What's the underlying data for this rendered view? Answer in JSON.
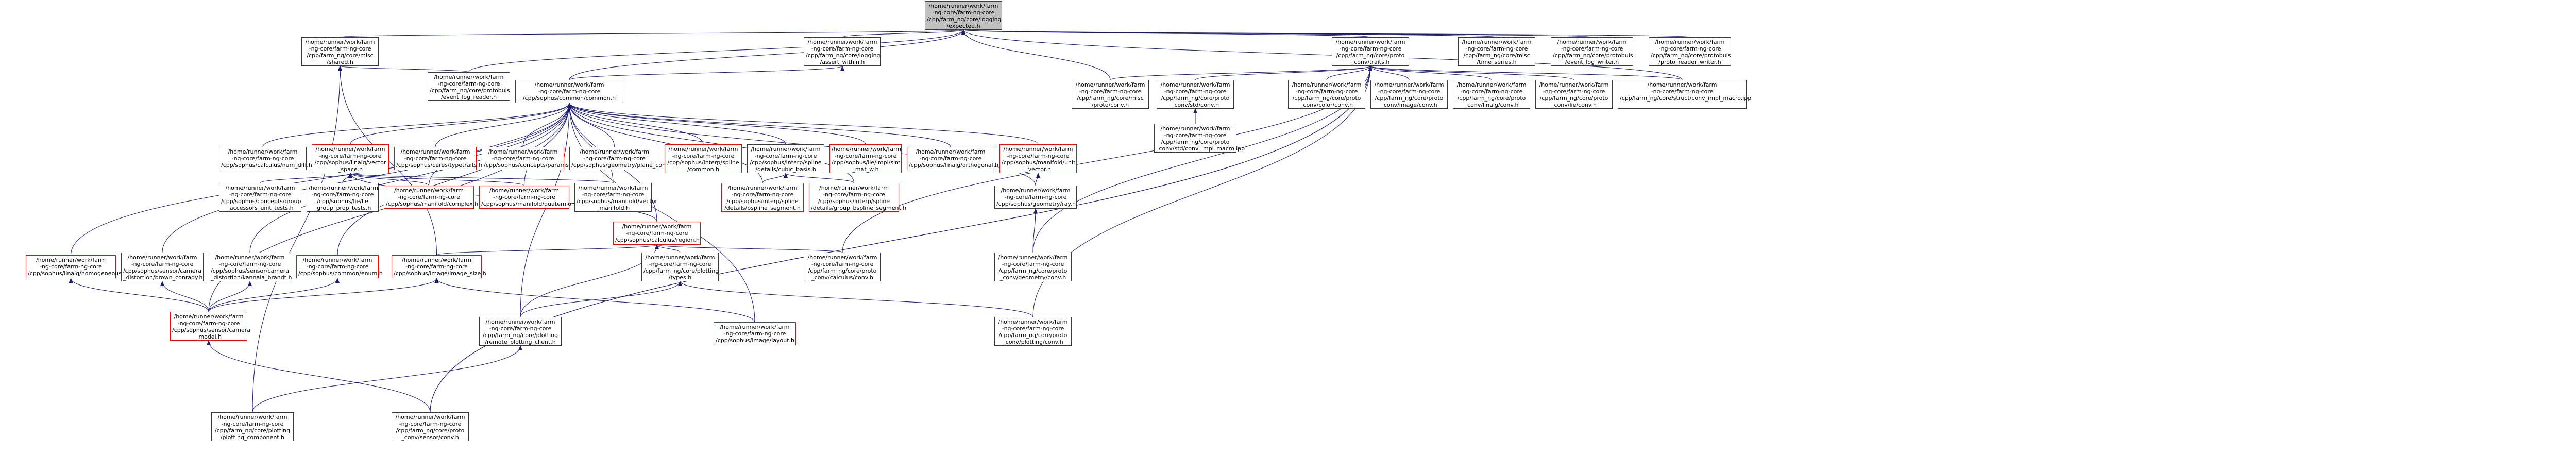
{
  "nodes": {
    "root": {
      "label": "/home/runner/work/farm\n-ng-core/farm-ng-core\n/cpp/farm_ng/core/logging\n/expected.h",
      "style": "root"
    },
    "shared": {
      "label": "/home/runner/work/farm\n-ng-core/farm-ng-core\n/cpp/farm_ng/core/misc\n/shared.h"
    },
    "ev_within": {
      "label": "/home/runner/work/farm\n-ng-core/farm-ng-core\n/cpp/farm_ng/core/logging\n/assert_within.h"
    },
    "conv_traits": {
      "label": "/home/runner/work/farm\n-ng-core/farm-ng-core\n/cpp/farm_ng/core/proto\n_conv/traits.h"
    },
    "time_series": {
      "label": "/home/runner/work/farm\n-ng-core/farm-ng-core\n/cpp/farm_ng/core/misc\n/time_series.h"
    },
    "ev_log_writer": {
      "label": "/home/runner/work/farm\n-ng-core/farm-ng-core\n/cpp/farm_ng/core/protobuls\n/event_log_writer.h"
    },
    "proto_reader": {
      "label": "/home/runner/work/farm\n-ng-core/farm-ng-core\n/cpp/farm_ng/core/protobuls\n/proto_reader_writer.h"
    },
    "ev_log_reader": {
      "label": "/home/runner/work/farm\n-ng-core/farm-ng-core\n/cpp/farm_ng/core/protobuls\n/event_log_reader.h"
    },
    "common": {
      "label": "/home/runner/work/farm\n-ng-core/farm-ng-core\n/cpp/sophus/common/common.h"
    },
    "proto_conv": {
      "label": "/home/runner/work/farm\n-ng-core/farm-ng-core\n/cpp/farm_ng/core/misc\n/proto/conv.h"
    },
    "std_conv": {
      "label": "/home/runner/work/farm\n-ng-core/farm-ng-core\n/cpp/farm_ng/core/proto\n_conv/std/conv.h"
    },
    "color_conv": {
      "label": "/home/runner/work/farm\n-ng-core/farm-ng-core\n/cpp/farm_ng/core/proto\n_conv/color/conv.h"
    },
    "image_conv": {
      "label": "/home/runner/work/farm\n-ng-core/farm-ng-core\n/cpp/farm_ng/core/proto\n_conv/image/conv.h"
    },
    "linalg_conv": {
      "label": "/home/runner/work/farm\n-ng-core/farm-ng-core\n/cpp/farm_ng/core/proto\n_conv/linalg/conv.h"
    },
    "lie_conv": {
      "label": "/home/runner/work/farm\n-ng-core/farm-ng-core\n/cpp/farm_ng/core/proto\n_conv/lie/conv.h"
    },
    "struct_macro": {
      "label": "/home/runner/work/farm\n-ng-core/farm-ng-core\n/cpp/farm_ng/core/struct/conv_impl_macro.ipp"
    },
    "std_macro": {
      "label": "/home/runner/work/farm\n-ng-core/farm-ng-core\n/cpp/farm_ng/core/proto\n_conv/std/conv_impl_macro.ipp"
    },
    "num_diff": {
      "label": "/home/runner/work/farm\n-ng-core/farm-ng-core\n/cpp/sophus/calculus/num_diff.h"
    },
    "vector_space": {
      "label": "/home/runner/work/farm\n-ng-core/farm-ng-core\n/cpp/sophus/linalg/vector\n_space.h",
      "style": "red"
    },
    "type_traits": {
      "label": "/home/runner/work/farm\n-ng-core/farm-ng-core\n/cpp/sophus/ceres/typetraits.h",
      "style": "red"
    },
    "params": {
      "label": "/home/runner/work/farm\n-ng-core/farm-ng-core\n/cpp/sophus/concepts/params.h",
      "style": "red"
    },
    "plane_conv": {
      "label": "/home/runner/work/farm\n-ng-core/farm-ng-core\n/cpp/sophus/geometry/plane_conv.h"
    },
    "interp_common": {
      "label": "/home/runner/work/farm\n-ng-core/farm-ng-core\n/cpp/sophus/interp/spline\n/common.h",
      "style": "red"
    },
    "cubic_basis": {
      "label": "/home/runner/work/farm\n-ng-core/farm-ng-core\n/cpp/sophus/interp/spline\n/details/cubic_basis.h"
    },
    "mat_w": {
      "label": "/home/runner/work/farm\n-ng-core/farm-ng-core\n/cpp/sophus/lie/impl/sim\n_mat_w.h",
      "style": "red"
    },
    "orthogonal": {
      "label": "/home/runner/work/farm\n-ng-core/farm-ng-core\n/cpp/sophus/linalg/orthogonal.h",
      "style": "red"
    },
    "unit_vector": {
      "label": "/home/runner/work/farm\n-ng-core/farm-ng-core\n/cpp/sophus/manifold/unit\n_vector.h",
      "style": "red"
    },
    "ray": {
      "label": "/home/runner/work/farm\n-ng-core/farm-ng-core\n/cpp/sophus/geometry/ray.h"
    },
    "group_accessors": {
      "label": "/home/runner/work/farm\n-ng-core/farm-ng-core\n/cpp/sophus/concepts/group\n_accessors_unit_tests.h"
    },
    "group_prop": {
      "label": "/home/runner/work/farm\n-ng-core/farm-ng-core\n/cpp/sophus/lie/lie\n_group_prop_tests.h"
    },
    "complex": {
      "label": "/home/runner/work/farm\n-ng-core/farm-ng-core\n/cpp/sophus/manifold/complex.h",
      "style": "red"
    },
    "quaternion": {
      "label": "/home/runner/work/farm\n-ng-core/farm-ng-core\n/cpp/sophus/manifold/quaternion.h",
      "style": "red"
    },
    "vector_manifold": {
      "label": "/home/runner/work/farm\n-ng-core/farm-ng-core\n/cpp/sophus/manifold/vector\n_manifold.h"
    },
    "bspline_seg": {
      "label": "/home/runner/work/farm\n-ng-core/farm-ng-core\n/cpp/sophus/interp/spline\n/details/bspline_segment.h",
      "style": "red"
    },
    "group_bspline": {
      "label": "/home/runner/work/farm\n-ng-core/farm-ng-core\n/cpp/sophus/interp/spline\n/details/group_bspline_segment.h",
      "style": "red"
    },
    "region": {
      "label": "/home/runner/work/farm\n-ng-core/farm-ng-core\n/cpp/sophus/calculus/region.h",
      "style": "red"
    },
    "homogeneous": {
      "label": "/home/runner/work/farm\n-ng-core/farm-ng-core\n/cpp/sophus/linalg/homogeneous.h",
      "style": "red"
    },
    "brown_conrady": {
      "label": "/home/runner/work/farm\n-ng-core/farm-ng-core\n/cpp/sophus/sensor/camera\n_distortion/brown_conrady.h"
    },
    "kannala_brandt": {
      "label": "/home/runner/work/farm\n-ng-core/farm-ng-core\n/cpp/sophus/sensor/camera\n_distortion/kannala_brandt.h"
    },
    "common_enum": {
      "label": "/home/runner/work/farm\n-ng-core/farm-ng-core\n/cpp/sophus/common/enum.h",
      "style": "red"
    },
    "image_size": {
      "label": "/home/runner/work/farm\n-ng-core/farm-ng-core\n/cpp/sophus/image/image_size.h",
      "style": "red"
    },
    "plotting_types": {
      "label": "/home/runner/work/farm\n-ng-core/farm-ng-core\n/cpp/farm_ng/core/plotting\n/types.h"
    },
    "calculus_conv": {
      "label": "/home/runner/work/farm\n-ng-core/farm-ng-core\n/cpp/farm_ng/core/proto\n_conv/calculus/conv.h"
    },
    "geometry_conv": {
      "label": "/home/runner/work/farm\n-ng-core/farm-ng-core\n/cpp/farm_ng/core/proto\n_conv/geometry/conv.h"
    },
    "camera_model": {
      "label": "/home/runner/work/farm\n-ng-core/farm-ng-core\n/cpp/sophus/sensor/camera\n_model.h",
      "style": "red"
    },
    "remote_client": {
      "label": "/home/runner/work/farm\n-ng-core/farm-ng-core\n/cpp/farm_ng/core/plotting\n/remote_plotting_client.h"
    },
    "layout": {
      "label": "/home/runner/work/farm\n-ng-core/farm-ng-core\n/cpp/sophus/image/layout.h",
      "style": "red"
    },
    "plotting_conv": {
      "label": "/home/runner/work/farm\n-ng-core/farm-ng-core\n/cpp/farm_ng/core/proto\n_conv/plotting/conv.h"
    },
    "plotting_component": {
      "label": "/home/runner/work/farm\n-ng-core/farm-ng-core\n/cpp/farm_ng/core/plotting\n/plotting_component.h"
    },
    "sensor_conv": {
      "label": "/home/runner/work/farm\n-ng-core/farm-ng-core\n/cpp/farm_ng/core/proto\n_conv/sensor/conv.h"
    }
  },
  "edges": [
    [
      "shared",
      "root"
    ],
    [
      "ev_within",
      "root"
    ],
    [
      "conv_traits",
      "root"
    ],
    [
      "time_series",
      "root"
    ],
    [
      "ev_log_writer",
      "root"
    ],
    [
      "proto_reader",
      "root"
    ],
    [
      "ev_log_reader",
      "root"
    ],
    [
      "common",
      "root"
    ],
    [
      "proto_conv",
      "root"
    ],
    [
      "struct_macro",
      "root"
    ],
    [
      "ev_log_reader",
      "shared"
    ],
    [
      "image_size",
      "shared"
    ],
    [
      "plotting_component",
      "shared"
    ],
    [
      "common",
      "ev_within"
    ],
    [
      "proto_conv",
      "conv_traits"
    ],
    [
      "std_conv",
      "conv_traits"
    ],
    [
      "color_conv",
      "conv_traits"
    ],
    [
      "image_conv",
      "conv_traits"
    ],
    [
      "linalg_conv",
      "conv_traits"
    ],
    [
      "lie_conv",
      "conv_traits"
    ],
    [
      "struct_macro",
      "conv_traits"
    ],
    [
      "calculus_conv",
      "conv_traits"
    ],
    [
      "geometry_conv",
      "conv_traits"
    ],
    [
      "plotting_conv",
      "conv_traits"
    ],
    [
      "sensor_conv",
      "conv_traits"
    ],
    [
      "std_macro",
      "std_conv"
    ],
    [
      "num_diff",
      "common"
    ],
    [
      "vector_space",
      "common"
    ],
    [
      "type_traits",
      "common"
    ],
    [
      "params",
      "common"
    ],
    [
      "plane_conv",
      "common"
    ],
    [
      "interp_common",
      "common"
    ],
    [
      "cubic_basis",
      "common"
    ],
    [
      "mat_w",
      "common"
    ],
    [
      "orthogonal",
      "common"
    ],
    [
      "unit_vector",
      "common"
    ],
    [
      "ray",
      "common"
    ],
    [
      "region",
      "common"
    ],
    [
      "homogeneous",
      "common"
    ],
    [
      "brown_conrady",
      "common"
    ],
    [
      "kannala_brandt",
      "common"
    ],
    [
      "common_enum",
      "common"
    ],
    [
      "camera_model",
      "common"
    ],
    [
      "remote_client",
      "common"
    ],
    [
      "layout",
      "common"
    ],
    [
      "complex",
      "common"
    ],
    [
      "quaternion",
      "common"
    ],
    [
      "vector_manifold",
      "common"
    ],
    [
      "bspline_seg",
      "common"
    ],
    [
      "group_bspline",
      "common"
    ],
    [
      "group_accessors",
      "vector_space"
    ],
    [
      "group_prop",
      "vector_space"
    ],
    [
      "complex",
      "vector_space"
    ],
    [
      "quaternion",
      "vector_space"
    ],
    [
      "vector_manifold",
      "vector_space"
    ],
    [
      "region",
      "vector_space"
    ],
    [
      "bspline_seg",
      "cubic_basis"
    ],
    [
      "group_bspline",
      "cubic_basis"
    ],
    [
      "ray",
      "unit_vector"
    ],
    [
      "geometry_conv",
      "ray"
    ],
    [
      "image_size",
      "region"
    ],
    [
      "plotting_types",
      "region"
    ],
    [
      "calculus_conv",
      "region"
    ],
    [
      "remote_client",
      "region"
    ],
    [
      "camera_model",
      "homogeneous"
    ],
    [
      "camera_model",
      "brown_conrady"
    ],
    [
      "camera_model",
      "kannala_brandt"
    ],
    [
      "camera_model",
      "common_enum"
    ],
    [
      "camera_model",
      "image_size"
    ],
    [
      "layout",
      "image_size"
    ],
    [
      "remote_client",
      "plotting_types"
    ],
    [
      "plotting_conv",
      "plotting_types"
    ],
    [
      "sensor_conv",
      "camera_model"
    ],
    [
      "plotting_component",
      "remote_client"
    ],
    [
      "sensor_conv",
      "conv_traits"
    ]
  ]
}
